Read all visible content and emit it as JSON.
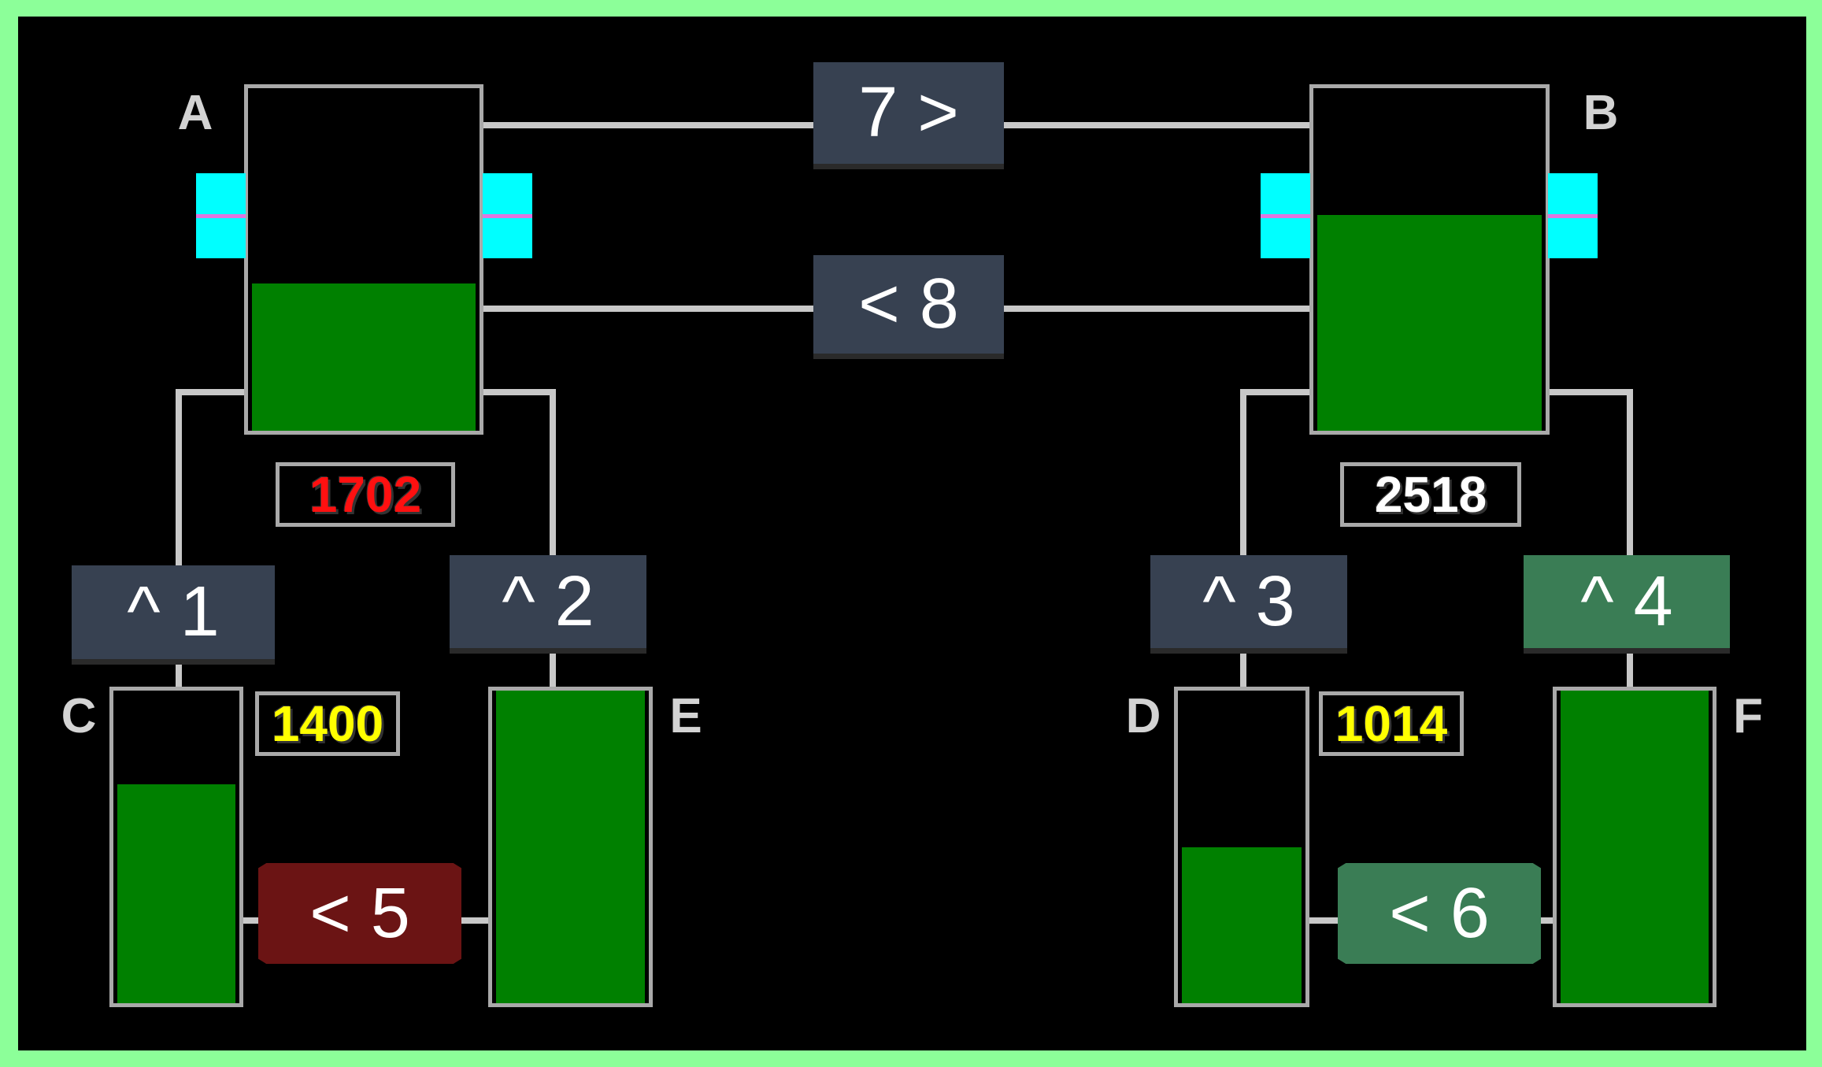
{
  "colors": {
    "frame": "#8cff99",
    "background": "#000000",
    "water": "#008000",
    "pipe": "#c8c8c8",
    "tank_border": "#a9a9a9",
    "sensor": "#00ffff",
    "sensor_line": "#e075e0",
    "counter_red": "#ff1010",
    "counter_white": "#ffffff",
    "counter_yellow": "#ffff00",
    "valve_closed": "#374151",
    "valve_open": "#3a7d55",
    "valve_alert": "#6b1414"
  },
  "tanks": [
    {
      "id": "A",
      "label": "A",
      "level": 0.43
    },
    {
      "id": "B",
      "label": "B",
      "level": 0.63
    },
    {
      "id": "C",
      "label": "C",
      "level": 0.7
    },
    {
      "id": "D",
      "label": "D",
      "level": 0.5
    },
    {
      "id": "E",
      "label": "E",
      "level": 1.0
    },
    {
      "id": "F",
      "label": "F",
      "level": 1.0
    }
  ],
  "counters": {
    "A": {
      "value": "1702",
      "color": "#ff1010"
    },
    "B": {
      "value": "2518",
      "color": "#ffffff"
    },
    "C": {
      "value": "1400",
      "color": "#ffff00"
    },
    "D": {
      "value": "1014",
      "color": "#ffff00"
    }
  },
  "valves": {
    "v7": {
      "label": "7 >",
      "state": "closed",
      "color": "#374151"
    },
    "v8": {
      "label": "< 8",
      "state": "closed",
      "color": "#374151"
    },
    "v1": {
      "label": "^ 1",
      "state": "closed",
      "color": "#374151"
    },
    "v2": {
      "label": "^ 2",
      "state": "closed",
      "color": "#374151"
    },
    "v3": {
      "label": "^ 3",
      "state": "closed",
      "color": "#374151"
    },
    "v4": {
      "label": "^ 4",
      "state": "open",
      "color": "#3a7d55"
    },
    "v5": {
      "label": "< 5",
      "state": "alert",
      "color": "#6b1414"
    },
    "v6": {
      "label": "< 6",
      "state": "open",
      "color": "#3a7d55"
    }
  },
  "sensors": [
    {
      "id": "A-left",
      "icon": "level-sensor-icon"
    },
    {
      "id": "A-right",
      "icon": "level-sensor-icon"
    },
    {
      "id": "B-left",
      "icon": "level-sensor-icon"
    },
    {
      "id": "B-right",
      "icon": "level-sensor-icon"
    }
  ]
}
